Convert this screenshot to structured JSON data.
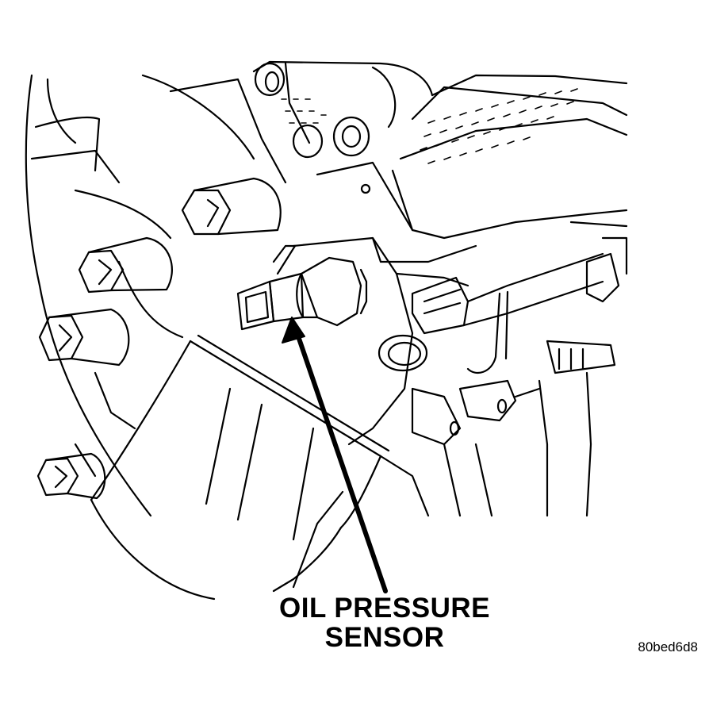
{
  "diagram": {
    "callout_label": {
      "line1": "OIL PRESSURE",
      "line2": "SENSOR"
    },
    "figure_id": "80bed6d8"
  },
  "colors": {
    "ink": "#000000",
    "paper": "#ffffff"
  }
}
